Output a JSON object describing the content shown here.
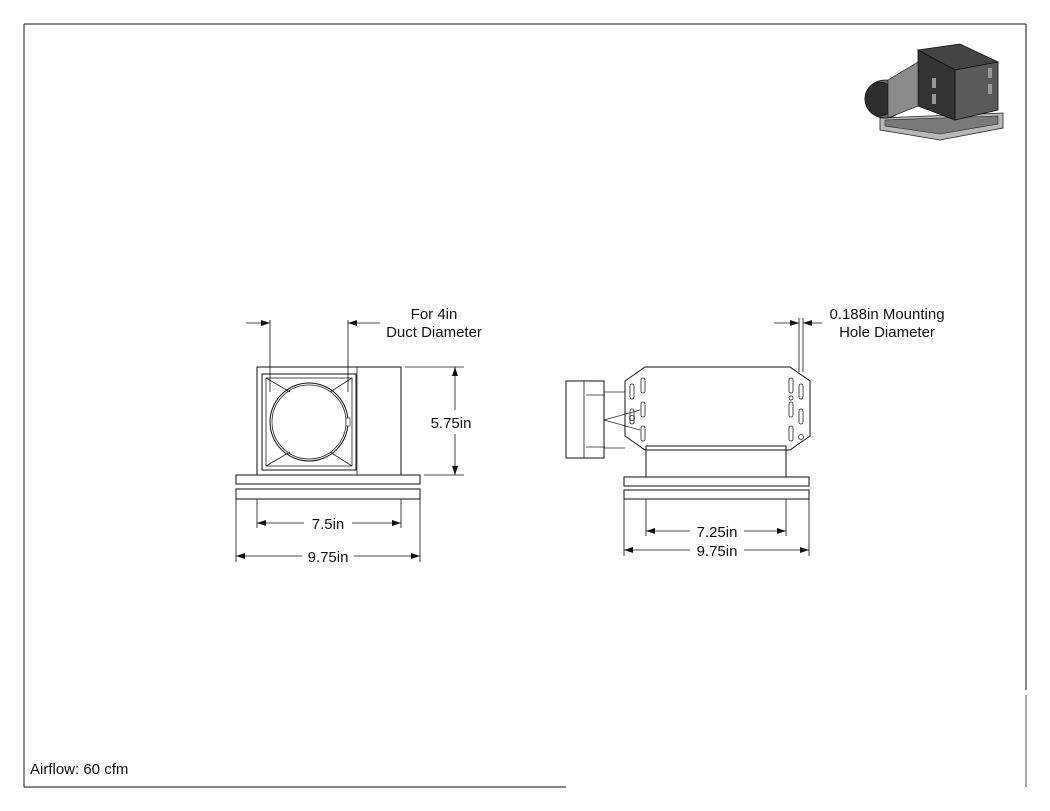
{
  "annotations": {
    "duct_line1": "For 4in",
    "duct_line2": "Duct Diameter",
    "hole_line1": "0.188in Mounting",
    "hole_line2": "Hole Diameter"
  },
  "dimensions": {
    "front_height": "5.75in",
    "front_inner_width": "7.5in",
    "front_outer_width": "9.75in",
    "side_inner_width": "7.25in",
    "side_outer_width": "9.75in"
  },
  "footer": {
    "airflow": "Airflow: 60 cfm"
  }
}
